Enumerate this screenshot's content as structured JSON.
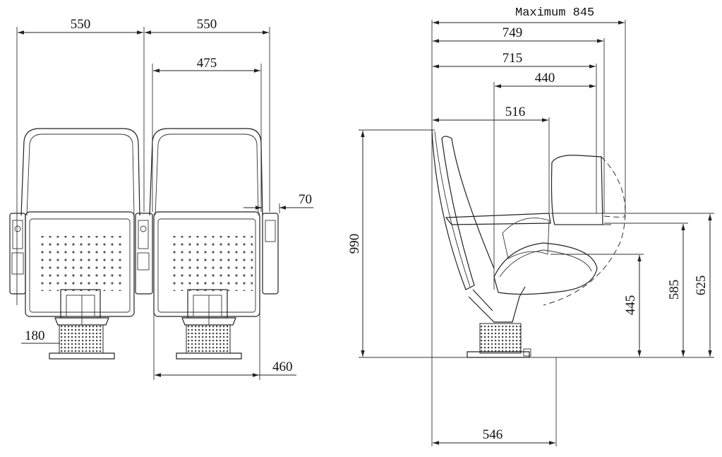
{
  "front_view": {
    "top_width_left": "550",
    "top_width_right": "550",
    "seat_width": "475",
    "armrest_width": "70",
    "base_width": "180",
    "footprint_width": "460"
  },
  "side_view": {
    "max_depth_label": "Maximum 845",
    "depth_749": "749",
    "depth_715": "715",
    "depth_440": "440",
    "depth_516": "516",
    "depth_546": "546",
    "height_990": "990",
    "height_445": "445",
    "height_585": "585",
    "height_625": "625"
  }
}
